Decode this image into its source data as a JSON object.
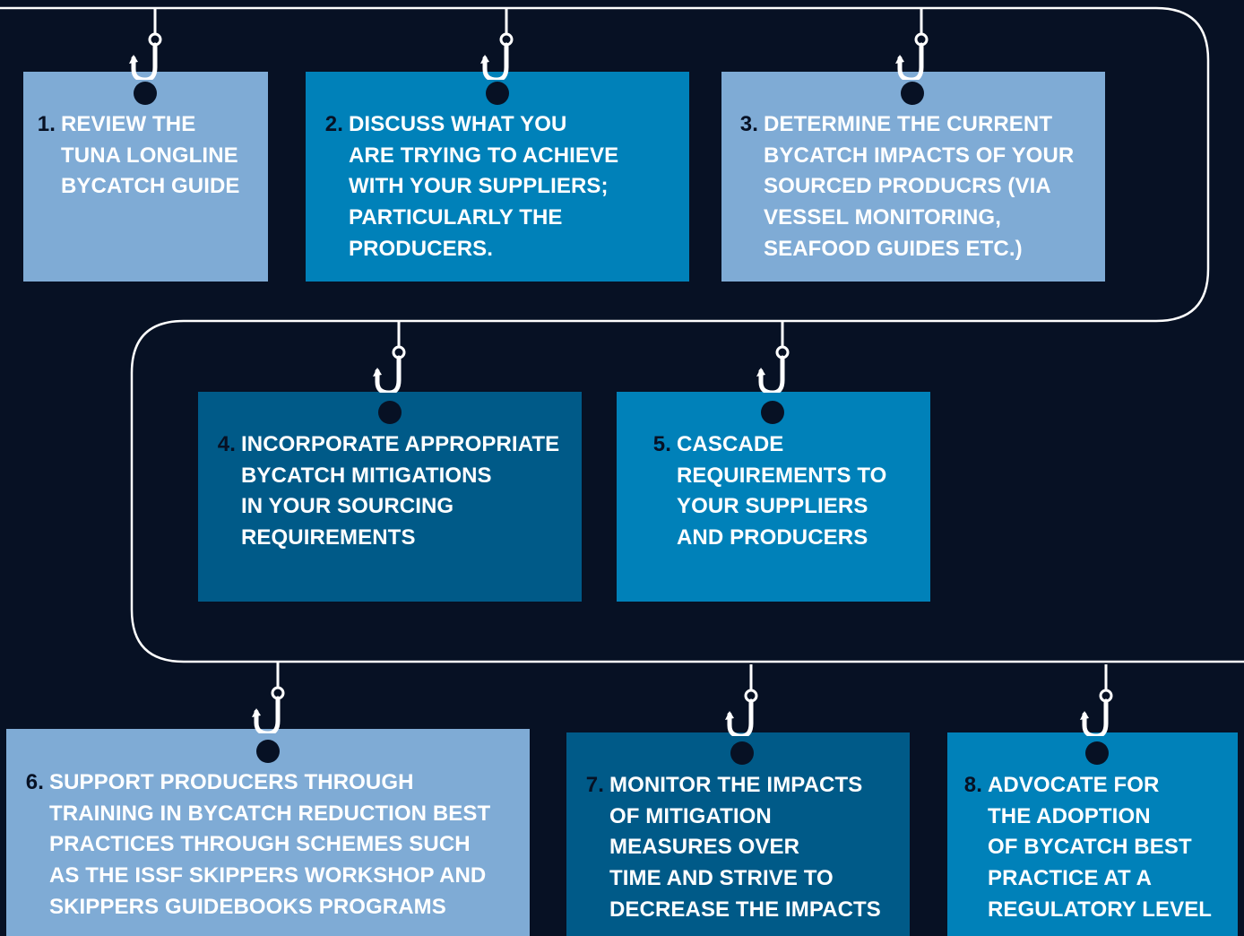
{
  "colors": {
    "background": "#071124",
    "line": "#ffffff",
    "light_box": "#7fabd5",
    "mid_box": "#0081b9",
    "dark_box": "#005a88",
    "number_dark": "#071124",
    "number_light": "#ffffff"
  },
  "steps": [
    {
      "number": "1.",
      "lines": [
        "REVIEW THE",
        "TUNA LONGLINE",
        "BYCATCH GUIDE"
      ],
      "style": "light"
    },
    {
      "number": "2.",
      "lines": [
        "DISCUSS WHAT YOU",
        "ARE TRYING TO ACHIEVE",
        "WITH YOUR SUPPLIERS;",
        "PARTICULARLY THE",
        "PRODUCERS."
      ],
      "style": "mid"
    },
    {
      "number": "3.",
      "lines": [
        "DETERMINE THE CURRENT",
        "BYCATCH IMPACTS OF YOUR",
        "SOURCED PRODUCRS (VIA",
        "VESSEL MONITORING,",
        "SEAFOOD GUIDES ETC.)"
      ],
      "style": "light"
    },
    {
      "number": "4.",
      "lines": [
        "INCORPORATE APPROPRIATE",
        "BYCATCH MITIGATIONS",
        "IN YOUR SOURCING",
        "REQUIREMENTS"
      ],
      "style": "dark"
    },
    {
      "number": "5.",
      "lines": [
        "CASCADE",
        "REQUIREMENTS TO",
        "YOUR SUPPLIERS",
        "AND PRODUCERS"
      ],
      "style": "mid"
    },
    {
      "number": "6.",
      "lines": [
        "SUPPORT PRODUCERS THROUGH",
        "TRAINING IN BYCATCH REDUCTION BEST",
        "PRACTICES THROUGH SCHEMES SUCH",
        "AS THE ISSF SKIPPERS WORKSHOP AND",
        "SKIPPERS GUIDEBOOKS PROGRAMS"
      ],
      "style": "light"
    },
    {
      "number": "7.",
      "lines": [
        "MONITOR THE IMPACTS",
        "OF MITIGATION",
        "MEASURES OVER",
        "TIME AND STRIVE TO",
        "DECREASE THE IMPACTS"
      ],
      "style": "dark"
    },
    {
      "number": "8.",
      "lines": [
        "ADVOCATE FOR",
        "THE ADOPTION",
        "OF BYCATCH BEST",
        "PRACTICE AT A",
        "REGULATORY LEVEL"
      ],
      "style": "mid"
    }
  ],
  "icons": {
    "hook": "fish-hook-icon"
  }
}
